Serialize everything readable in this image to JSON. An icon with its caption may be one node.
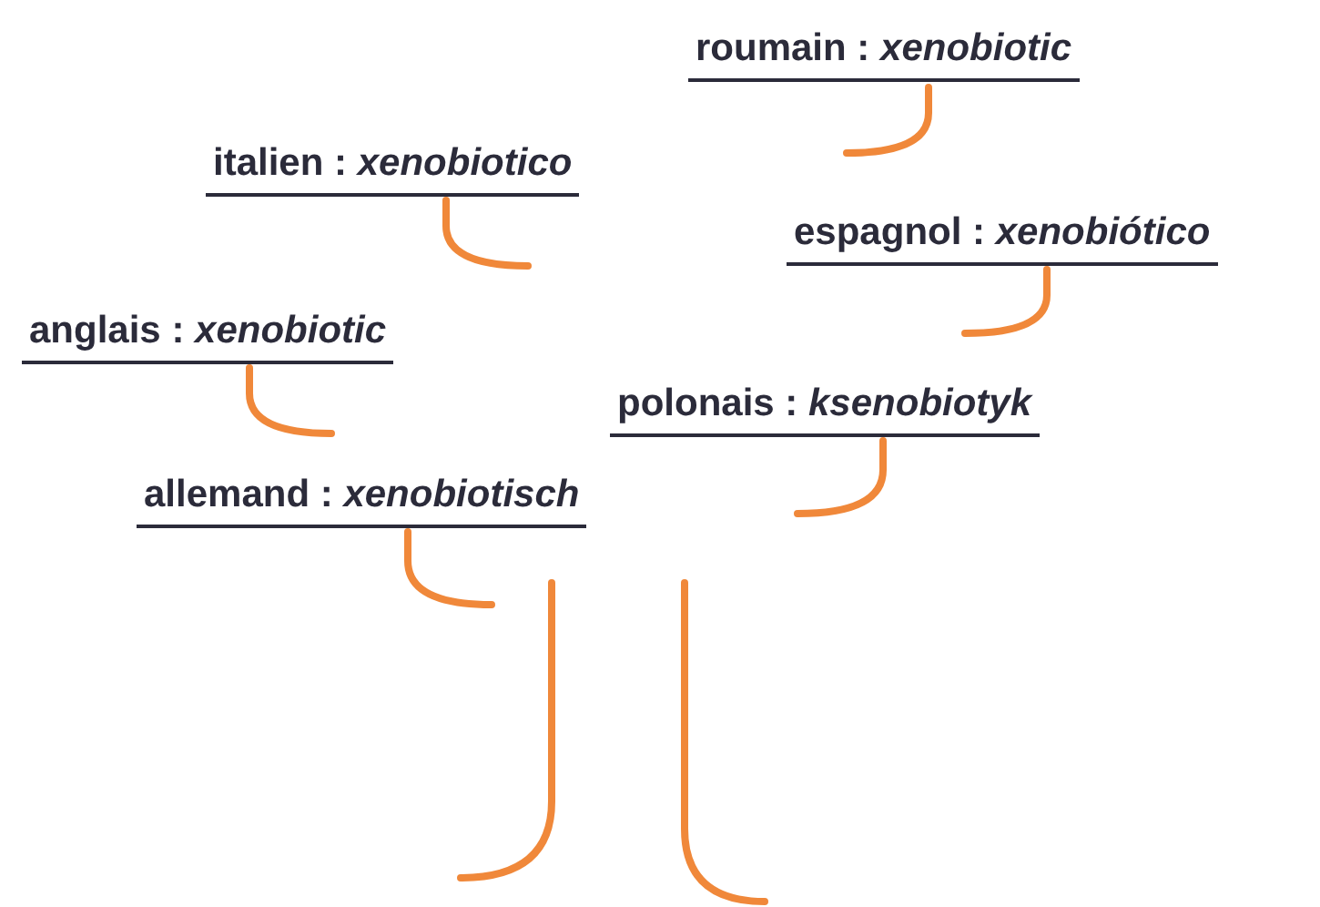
{
  "diagram": {
    "labels": [
      "roumain : *xenobiotic*",
      "italien : *xenobiotico*",
      "espagnol : *xenobiótico*",
      "anglais : *xenobiotic*",
      "polonais : *ksenobiotyk*",
      "allemand : *xenobiotisch*"
    ]
  }
}
